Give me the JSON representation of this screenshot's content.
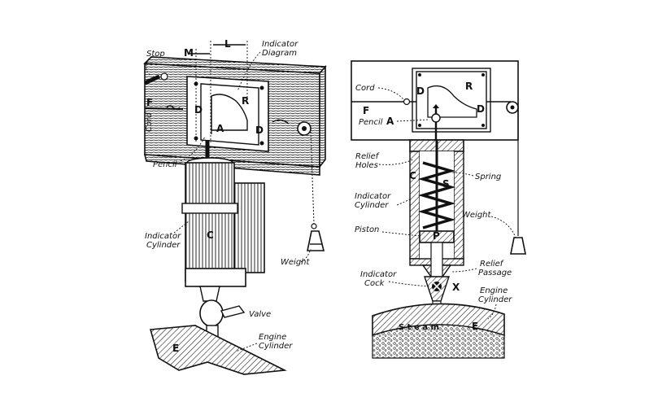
{
  "left": {
    "stop": "Stop",
    "m": "M",
    "l": "L",
    "indicator_diagram": [
      "Indicator",
      "Diagram"
    ],
    "f": "F",
    "cord": "Cord",
    "d_left": "D",
    "r": "R",
    "d_right": "D",
    "a": "A",
    "pencil": "Pencil",
    "indicator_cylinder": [
      "Indicator",
      "Cylinder"
    ],
    "c": "C",
    "weight": "Weight",
    "valve": "Valve",
    "engine_cylinder": [
      "Engine",
      "Cylinder"
    ],
    "e": "E"
  },
  "right": {
    "cord": "Cord",
    "f": "F",
    "d_top": "D",
    "r": "R",
    "d_bottom": "D",
    "pencil": "Pencil",
    "a": "A",
    "relief_holes": [
      "Relief",
      "Holes"
    ],
    "c": "C",
    "spring": "Spring",
    "s": "S",
    "indicator_cylinder": [
      "Indicator",
      "Cylinder"
    ],
    "weight": "Weight",
    "piston": "Piston",
    "p": "P",
    "relief_passage": [
      "Relief",
      "Passage"
    ],
    "indicator_cock": [
      "Indicator",
      "Cock"
    ],
    "x": "X",
    "engine_cylinder": [
      "Engine",
      "Cylinder"
    ],
    "steam": "S t e a m",
    "e": "E"
  }
}
